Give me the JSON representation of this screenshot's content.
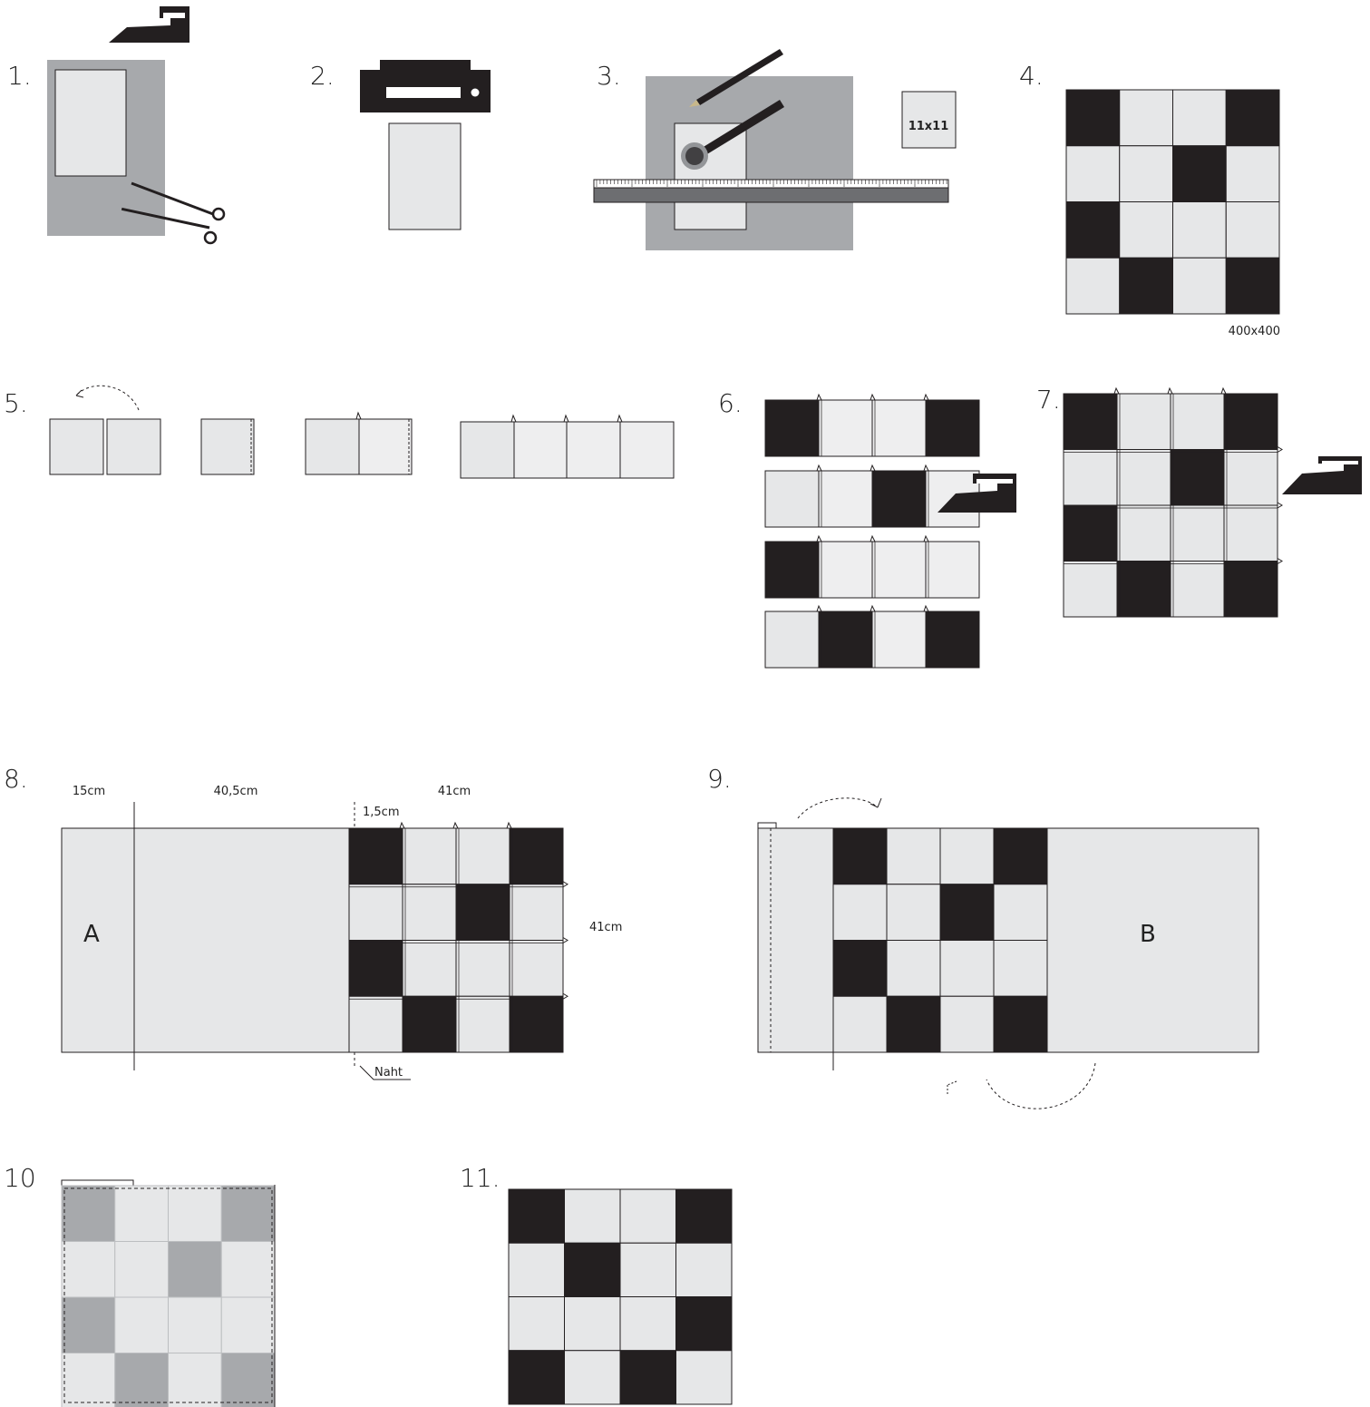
{
  "steps": {
    "s1": "1.",
    "s2": "2.",
    "s3": "3.",
    "s4": "4.",
    "s5": "5.",
    "s6": "6.",
    "s7": "7.",
    "s8": "8.",
    "s9": "9.",
    "s10": "10",
    "s11": "11."
  },
  "labels": {
    "size_11": "11x11",
    "size_400": "400x400",
    "dim_15": "15cm",
    "dim_405": "40,5cm",
    "dim_41_top": "41cm",
    "dim_15_seam": "1,5cm",
    "dim_41_side": "41cm",
    "seam": "Naht",
    "panel_a": "A",
    "panel_b": "B"
  },
  "colors": {
    "dark": "#231f20",
    "light": "#e6e7e8",
    "mid": "#a7a9ac",
    "ruler": "#6d6e71",
    "line": "#555555"
  },
  "patterns": {
    "grid_4": [
      [
        1,
        0,
        0,
        1
      ],
      [
        0,
        0,
        1,
        0
      ],
      [
        1,
        0,
        0,
        0
      ],
      [
        0,
        1,
        0,
        1
      ]
    ],
    "grid_6": [
      [
        1,
        0,
        0,
        1
      ],
      [
        0,
        0,
        1,
        0
      ],
      [
        1,
        0,
        0,
        0
      ],
      [
        0,
        1,
        0,
        1
      ]
    ],
    "grid_7": [
      [
        1,
        0,
        0,
        1
      ],
      [
        0,
        0,
        1,
        0
      ],
      [
        1,
        0,
        0,
        0
      ],
      [
        0,
        1,
        0,
        1
      ]
    ],
    "grid_8": [
      [
        1,
        0,
        0,
        1
      ],
      [
        0,
        0,
        1,
        0
      ],
      [
        1,
        0,
        0,
        0
      ],
      [
        0,
        1,
        0,
        1
      ]
    ],
    "grid_9": [
      [
        1,
        0,
        0,
        1
      ],
      [
        0,
        0,
        1,
        0
      ],
      [
        1,
        0,
        0,
        0
      ],
      [
        0,
        1,
        0,
        1
      ]
    ],
    "grid_10": [
      [
        1,
        0,
        0,
        1
      ],
      [
        0,
        0,
        1,
        0
      ],
      [
        1,
        0,
        0,
        0
      ],
      [
        0,
        1,
        0,
        1
      ]
    ],
    "grid_11": [
      [
        1,
        0,
        0,
        1
      ],
      [
        0,
        1,
        0,
        0
      ],
      [
        0,
        0,
        0,
        1
      ],
      [
        1,
        0,
        1,
        0
      ]
    ]
  }
}
